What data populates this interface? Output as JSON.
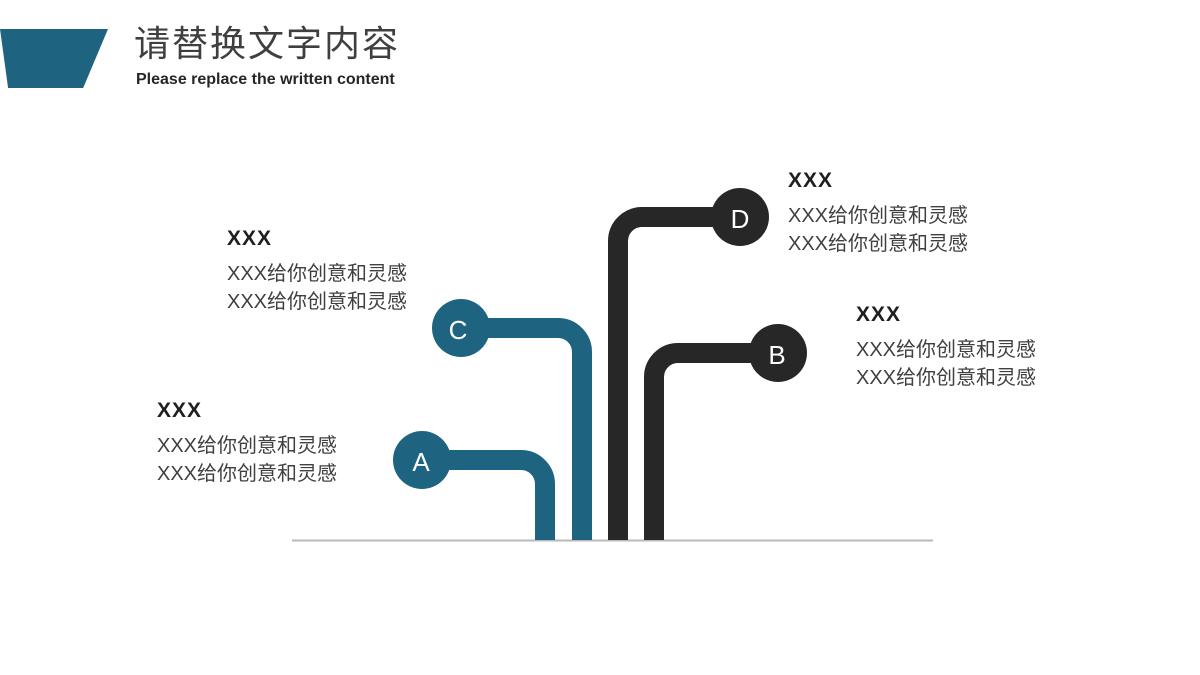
{
  "header": {
    "title": "请替换文字内容",
    "subtitle": "Please replace the written content",
    "accent_color": "#1e6480"
  },
  "diagram": {
    "baseline_color": "#b9b9b9",
    "items": [
      {
        "label": "A",
        "color": "#1e6480",
        "heading": "XXX",
        "lines": [
          "XXX给你创意和灵感",
          "XXX给你创意和灵感"
        ]
      },
      {
        "label": "B",
        "color": "#272727",
        "heading": "XXX",
        "lines": [
          "XXX给你创意和灵感",
          "XXX给你创意和灵感"
        ]
      },
      {
        "label": "C",
        "color": "#1e6480",
        "heading": "XXX",
        "lines": [
          "XXX给你创意和灵感",
          "XXX给你创意和灵感"
        ]
      },
      {
        "label": "D",
        "color": "#272727",
        "heading": "XXX",
        "lines": [
          "XXX给你创意和灵感",
          "XXX给你创意和灵感"
        ]
      }
    ]
  }
}
